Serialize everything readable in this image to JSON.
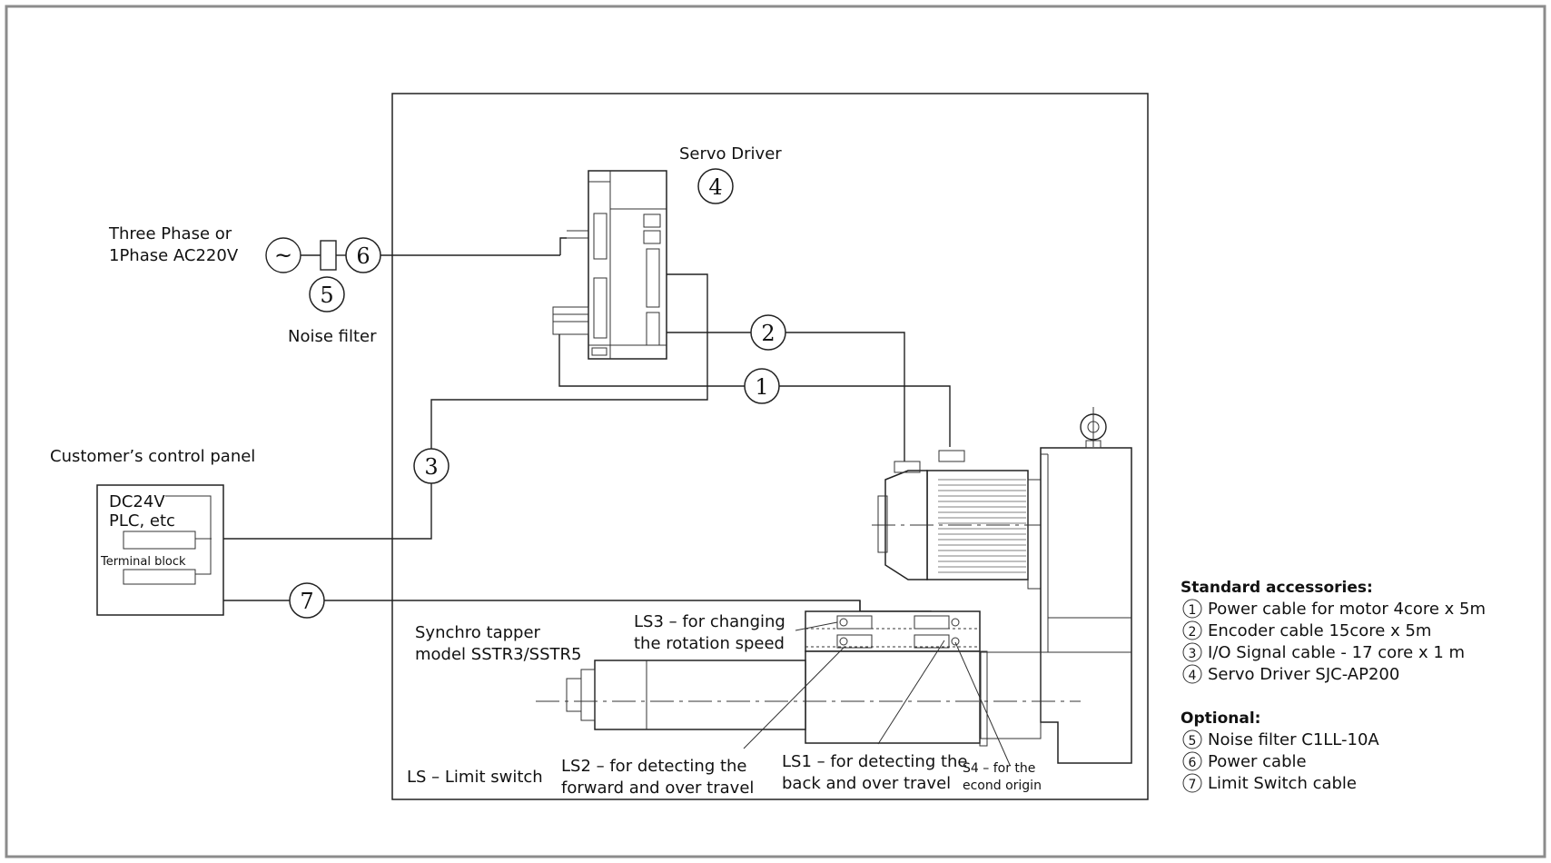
{
  "power_source": {
    "label_line1": "Three Phase or",
    "label_line2": "1Phase AC220V",
    "symbol": "~"
  },
  "noise_filter": {
    "label": "Noise filter"
  },
  "servo_driver": {
    "label": "Servo Driver"
  },
  "control_panel": {
    "title": "Customer’s control panel",
    "line1": "DC24V",
    "line2": "PLC, etc",
    "terminal": "Terminal block"
  },
  "tapper": {
    "line1": "Synchro tapper",
    "line2": "model SSTR3/SSTR5"
  },
  "callouts": {
    "ls3_line1": "LS3 – for changing",
    "ls3_line2": "the rotation speed",
    "ls_legend": "LS – Limit switch",
    "ls2_line1": "LS2 – for detecting the",
    "ls2_line2": "forward and over travel",
    "ls1_line1": "LS1 – for detecting the",
    "ls1_line2": "back and over travel",
    "s4_line1": "S4 – for the",
    "s4_line2": "econd origin"
  },
  "markers": {
    "m1": "1",
    "m2": "2",
    "m3": "3",
    "m4": "4",
    "m5": "5",
    "m6": "6",
    "m7": "7"
  },
  "accessories": {
    "standard_title": "Standard accessories:",
    "standard": [
      {
        "num": "1",
        "text": "Power cable for motor 4core x 5m"
      },
      {
        "num": "2",
        "text": "Encoder cable 15core x 5m"
      },
      {
        "num": "3",
        "text": "I/O Signal cable - 17 core x 1 m"
      },
      {
        "num": "4",
        "text": "Servo Driver SJC-AP200"
      }
    ],
    "optional_title": "Optional:",
    "optional": [
      {
        "num": "5",
        "text": "Noise filter C1LL-10A"
      },
      {
        "num": "6",
        "text": "Power cable"
      },
      {
        "num": "7",
        "text": "Limit Switch cable"
      }
    ]
  }
}
